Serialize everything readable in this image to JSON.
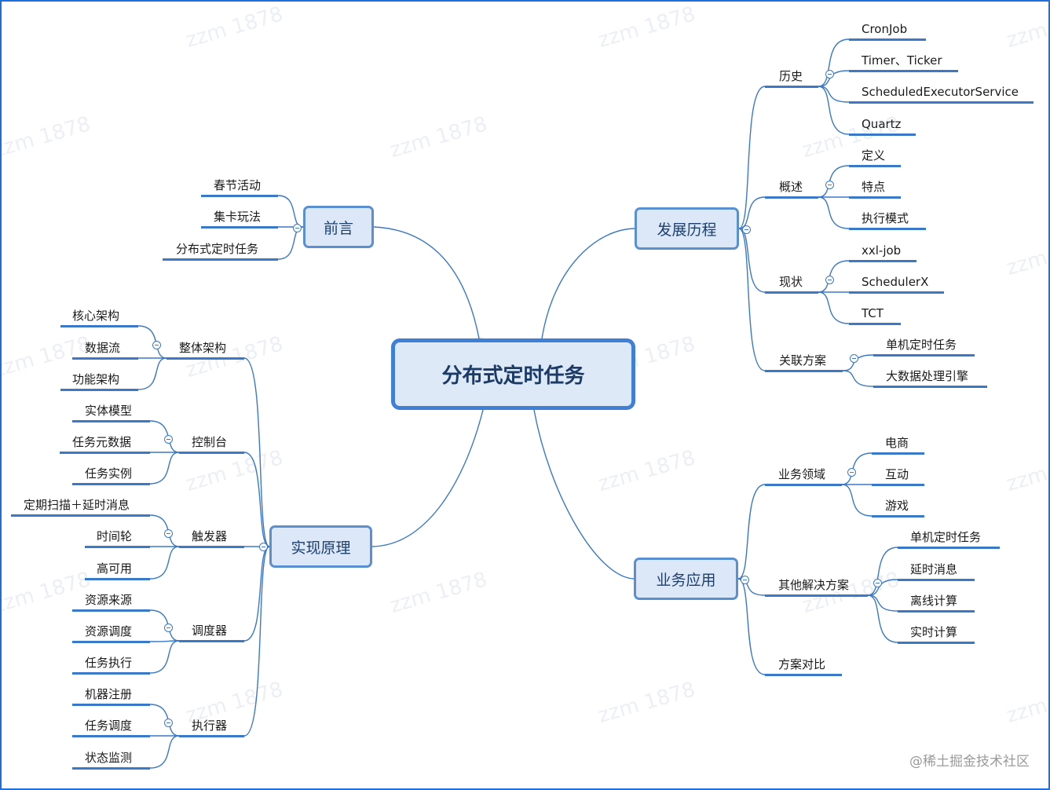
{
  "root": "分布式定时任务",
  "branches": {
    "preface": {
      "label": "前言",
      "items": [
        "春节活动",
        "集卡玩法",
        "分布式定时任务"
      ]
    },
    "history": {
      "label": "发展历程",
      "groups": [
        {
          "label": "历史",
          "items": [
            "CronJob",
            "Timer、Ticker",
            "ScheduledExecutorService",
            "Quartz"
          ]
        },
        {
          "label": "概述",
          "items": [
            "定义",
            "特点",
            "执行模式"
          ]
        },
        {
          "label": "现状",
          "items": [
            "xxl-job",
            "SchedulerX",
            "TCT"
          ]
        },
        {
          "label": "关联方案",
          "items": [
            "单机定时任务",
            "大数据处理引擎"
          ]
        }
      ]
    },
    "principle": {
      "label": "实现原理",
      "groups": [
        {
          "label": "整体架构",
          "items": [
            "核心架构",
            "数据流",
            "功能架构"
          ]
        },
        {
          "label": "控制台",
          "items": [
            "实体模型",
            "任务元数据",
            "任务实例"
          ]
        },
        {
          "label": "触发器",
          "items": [
            "定期扫描＋延时消息",
            "时间轮",
            "高可用"
          ]
        },
        {
          "label": "调度器",
          "items": [
            "资源来源",
            "资源调度",
            "任务执行"
          ]
        },
        {
          "label": "执行器",
          "items": [
            "机器注册",
            "任务调度",
            "状态监测"
          ]
        }
      ]
    },
    "application": {
      "label": "业务应用",
      "groups": [
        {
          "label": "业务领域",
          "items": [
            "电商",
            "互动",
            "游戏"
          ]
        },
        {
          "label": "其他解决方案",
          "items": [
            "单机定时任务",
            "延时消息",
            "离线计算",
            "实时计算"
          ]
        },
        {
          "label": "方案对比",
          "items": []
        }
      ]
    }
  },
  "watermark": "zzm 1878",
  "credit": "@稀土掘金技术社区",
  "colors": {
    "line": "#3a78c9",
    "node_fill": "#dce8f7",
    "node_border": "#5a8fd0",
    "frame": "#1d6fe0"
  }
}
